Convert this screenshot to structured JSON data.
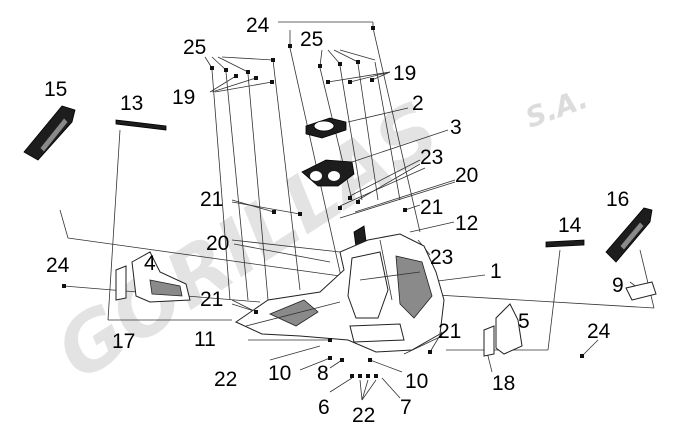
{
  "watermark": {
    "brand": "GORILLAS",
    "suffix": "S.A."
  },
  "callouts": [
    {
      "id": "c24a",
      "text": "24"
    },
    {
      "id": "c25a",
      "text": "25"
    },
    {
      "id": "c25b",
      "text": "25"
    },
    {
      "id": "c19a",
      "text": "19"
    },
    {
      "id": "c19b",
      "text": "19"
    },
    {
      "id": "c15",
      "text": "15"
    },
    {
      "id": "c13",
      "text": "13"
    },
    {
      "id": "c2",
      "text": "2"
    },
    {
      "id": "c3",
      "text": "3"
    },
    {
      "id": "c23a",
      "text": "23"
    },
    {
      "id": "c20a",
      "text": "20"
    },
    {
      "id": "c21a",
      "text": "21"
    },
    {
      "id": "c21b",
      "text": "21"
    },
    {
      "id": "c12",
      "text": "12"
    },
    {
      "id": "c16",
      "text": "16"
    },
    {
      "id": "c14",
      "text": "14"
    },
    {
      "id": "c20b",
      "text": "20"
    },
    {
      "id": "c23b",
      "text": "23"
    },
    {
      "id": "c24b",
      "text": "24"
    },
    {
      "id": "c4",
      "text": "4"
    },
    {
      "id": "c1",
      "text": "1"
    },
    {
      "id": "c9",
      "text": "9"
    },
    {
      "id": "c21c",
      "text": "21"
    },
    {
      "id": "c5",
      "text": "5"
    },
    {
      "id": "c17",
      "text": "17"
    },
    {
      "id": "c11",
      "text": "11"
    },
    {
      "id": "c21d",
      "text": "21"
    },
    {
      "id": "c24c",
      "text": "24"
    },
    {
      "id": "c22a",
      "text": "22"
    },
    {
      "id": "c10a",
      "text": "10"
    },
    {
      "id": "c8",
      "text": "8"
    },
    {
      "id": "c10b",
      "text": "10"
    },
    {
      "id": "c18",
      "text": "18"
    },
    {
      "id": "c6",
      "text": "6"
    },
    {
      "id": "c22b",
      "text": "22"
    },
    {
      "id": "c7",
      "text": "7"
    }
  ],
  "colors": {
    "ink": "#000000",
    "watermark": "#e3e3e3",
    "part_dark": "#1d1d1d"
  }
}
